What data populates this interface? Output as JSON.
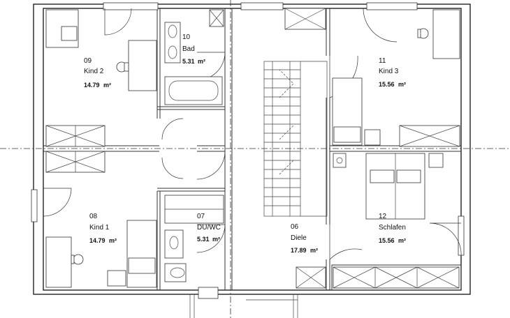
{
  "rooms": [
    {
      "number": "09",
      "name": "Kind 2",
      "area": "14.79",
      "unit": "m²"
    },
    {
      "number": "10",
      "name": "Bad",
      "area": "5.31",
      "unit": "m²"
    },
    {
      "number": "11",
      "name": "Kind 3",
      "area": "15.56",
      "unit": "m²"
    },
    {
      "number": "08",
      "name": "Kind 1",
      "area": "14.79",
      "unit": "m²"
    },
    {
      "number": "07",
      "name": "DU/WC",
      "area": "5.31",
      "unit": "m²"
    },
    {
      "number": "06",
      "name": "Diele",
      "area": "17.89",
      "unit": "m²"
    },
    {
      "number": "12",
      "name": "Schlafen",
      "area": "15.56",
      "unit": "m²"
    }
  ],
  "colors": {
    "wall": "#222222",
    "background": "#ffffff"
  }
}
